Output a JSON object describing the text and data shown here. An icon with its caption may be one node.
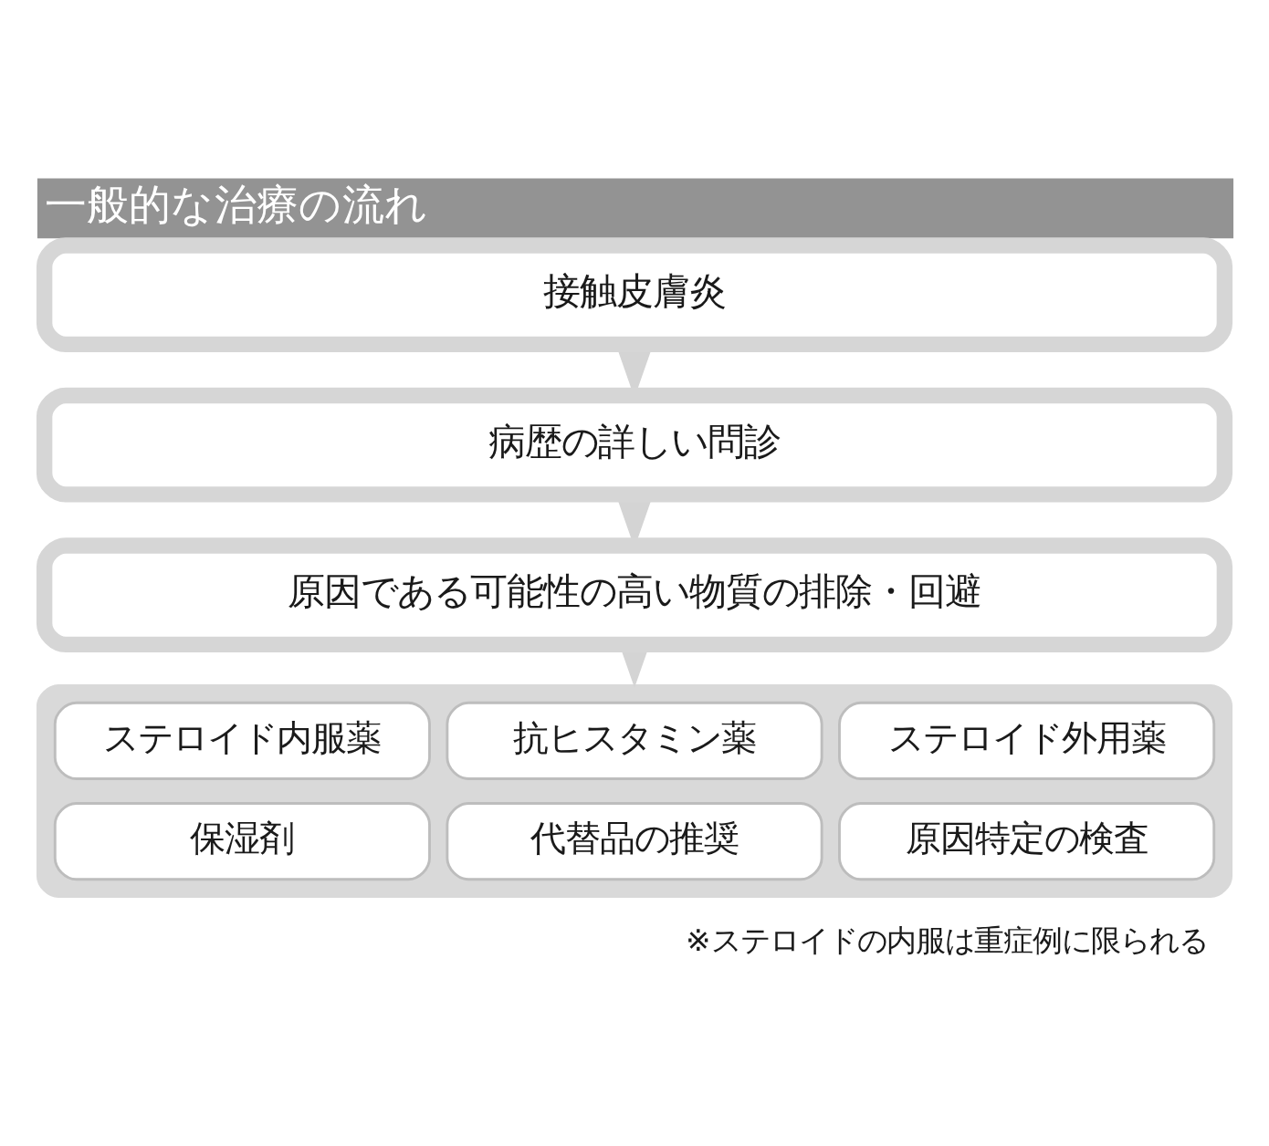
{
  "diagram": {
    "title": "一般的な治療の流れ",
    "nodes": [
      {
        "text": [
          "接触皮膚炎"
        ]
      },
      {
        "text": [
          "病歴の詳しい問診"
        ]
      },
      {
        "text": [
          "原因である可能性の高い物質の排除・回避"
        ]
      },
      {
        "text": [],
        "shape": "box"
      },
      {
        "text": [
          "ステロイド内服薬"
        ],
        "in": 3
      },
      {
        "text": [
          "抗ヒスタミン薬"
        ],
        "in": 3
      },
      {
        "text": [
          "ステロイド外用薬"
        ],
        "in": 3
      },
      {
        "text": [
          "保湿剤"
        ],
        "in": 3
      },
      {
        "text": [
          "代替品の推奨"
        ],
        "in": 3
      },
      {
        "text": [
          "原因特定の検査"
        ],
        "in": 3
      }
    ],
    "edges": [
      {
        "from": 0,
        "to": 1,
        "arrow": "to"
      },
      {
        "from": 1,
        "to": 2,
        "arrow": "to"
      },
      {
        "from": 2,
        "to": 3,
        "arrow": "to"
      }
    ],
    "labels": [
      "※ステロイドの内服は重症例に限られる"
    ]
  }
}
